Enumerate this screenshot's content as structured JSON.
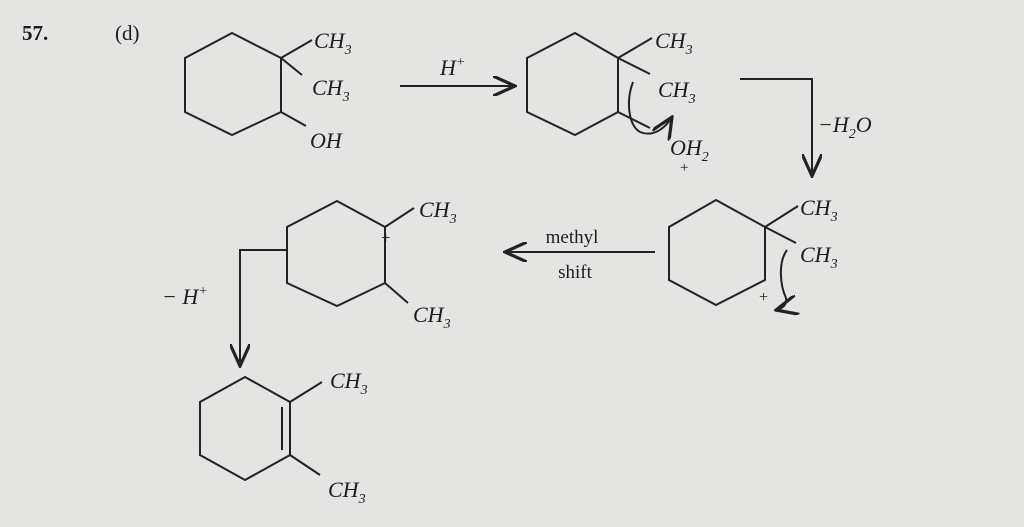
{
  "question_number": "57.",
  "answer": "(d)",
  "groups": {
    "ch3": "CH",
    "sub3": "3",
    "oh": "OH",
    "oh2": "OH",
    "sub2": "2",
    "plus": "+"
  },
  "reagents": {
    "acid": "H",
    "acid_sup": "+",
    "water_loss": "−H",
    "water_sub": "2",
    "water_o": "O",
    "methyl_shift_top": "methyl",
    "methyl_shift_bottom": "shift",
    "proton_loss": "− H",
    "proton_sup": "+"
  }
}
